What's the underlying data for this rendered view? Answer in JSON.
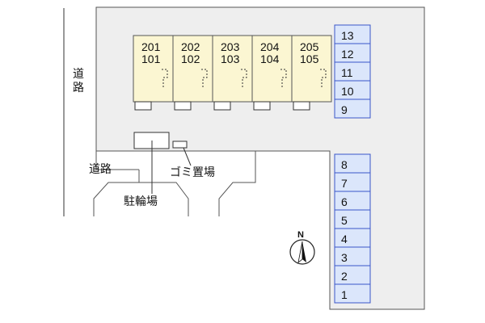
{
  "labels": {
    "road_left_top": "道",
    "road_left_bottom": "路",
    "road_bottom": "道路",
    "garbage": "ゴミ置場",
    "bicycle": "駐輪場",
    "north": "N"
  },
  "units": [
    {
      "upper": "201",
      "lower": "101"
    },
    {
      "upper": "202",
      "lower": "102"
    },
    {
      "upper": "203",
      "lower": "103"
    },
    {
      "upper": "204",
      "lower": "104"
    },
    {
      "upper": "205",
      "lower": "105"
    }
  ],
  "parking_top": [
    "13",
    "12",
    "11",
    "10",
    "9"
  ],
  "parking_bottom": [
    "8",
    "7",
    "6",
    "5",
    "4",
    "3",
    "2",
    "1"
  ],
  "colors": {
    "building": "#fbf6d2",
    "parking": "#dbe6fb",
    "parking_border": "#3a55c8",
    "lot": "#eeeeee",
    "lot_border": "#555555"
  }
}
